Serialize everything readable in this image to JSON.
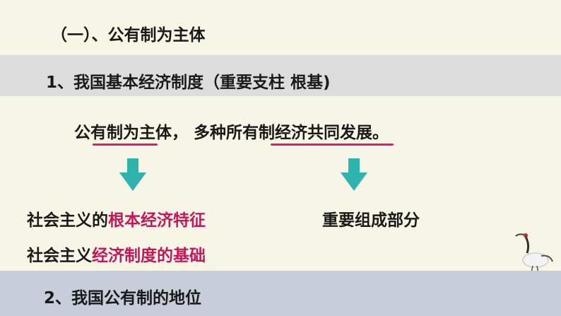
{
  "title": "（一）、公有制为主体",
  "section1": "1、我国基本经济制度（重要支柱  根基)",
  "statement": {
    "part1": "公",
    "part2": "有制为",
    "part3": "主体，  多种",
    "part4": "所有制经济",
    "part5": "共同发展。"
  },
  "left_line1": {
    "prefix": "社会主义的",
    "highlight": "根本经济特征"
  },
  "right_line1": "重要组成部分",
  "left_line2": {
    "prefix": "社会主义",
    "highlight": "经济制度的基础"
  },
  "section2": "2、我国公有制的地位",
  "colors": {
    "accent": "#d81b78",
    "arrow": "#2fb3ad",
    "band1": "#dcdcdc",
    "band2": "#c7cdd9"
  },
  "icons": [
    "arrow-down-icon",
    "crane-icon"
  ]
}
